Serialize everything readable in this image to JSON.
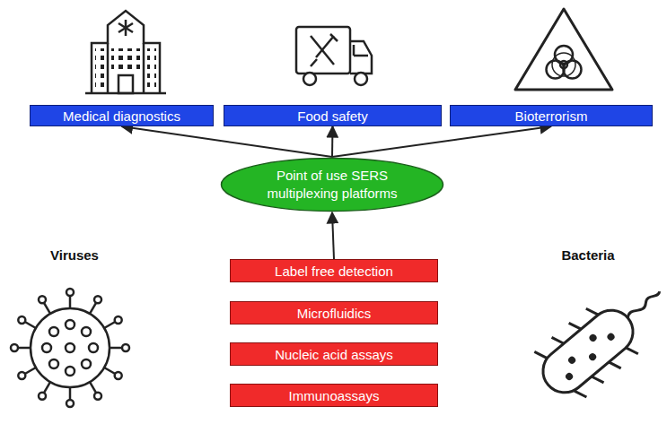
{
  "diagram": {
    "nodes": [
      {
        "text": [
          "Medical diagnostics"
        ]
      },
      {
        "text": [
          "Food safety"
        ]
      },
      {
        "text": [
          "Bioterrorism"
        ]
      },
      {
        "text": [
          "Point of use SERS multiplexing platforms"
        ]
      },
      {
        "text": [
          "Label free detection"
        ]
      },
      {
        "text": [
          "Microfluidics"
        ]
      },
      {
        "text": [
          "Nucleic acid assays"
        ]
      },
      {
        "text": [
          "Immunoassays"
        ]
      }
    ],
    "edges": [
      {
        "from": 3,
        "to": 0,
        "arrow": "to"
      },
      {
        "from": 3,
        "to": 1,
        "arrow": "to"
      },
      {
        "from": 3,
        "to": 2,
        "arrow": "to"
      },
      {
        "from": 4,
        "to": 3,
        "arrow": "to"
      }
    ],
    "labels": [
      "Viruses",
      "Bacteria"
    ]
  }
}
